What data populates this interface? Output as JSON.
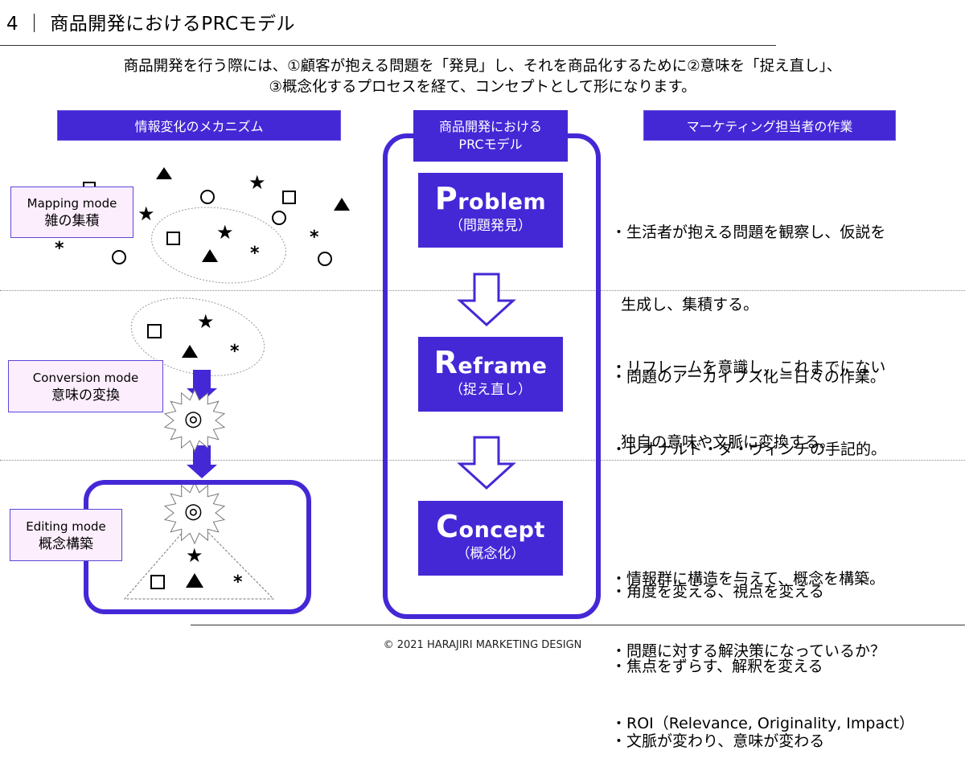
{
  "header": {
    "title": "4 ｜ 商品開発におけるPRCモデル"
  },
  "lead": {
    "line1": "商品開発を行う際には、①顧客が抱える問題を「発見」し、それを商品化するために②意味を「捉え直し」、",
    "line2": "③概念化するプロセスを経て、コンセプトとして形になります。"
  },
  "columns": {
    "left_header": "情報変化のメカニズム",
    "center_header_line1": "商品開発における",
    "center_header_line2": "PRCモデル",
    "right_header": "マーケティング担当者の作業"
  },
  "modes": [
    {
      "en": "Mapping mode",
      "jp": "雑の集積"
    },
    {
      "en": "Conversion mode",
      "jp": "意味の変換"
    },
    {
      "en": "Editing mode",
      "jp": "概念構築"
    }
  ],
  "steps": [
    {
      "cap": "P",
      "rest": "roblem",
      "jp": "（問題発見）"
    },
    {
      "cap": "R",
      "rest": "eframe",
      "jp": "（捉え直し）"
    },
    {
      "cap": "C",
      "rest": "oncept",
      "jp": "（概念化）"
    }
  ],
  "tasks": {
    "problem": [
      "・生活者が抱える問題を観察し、仮説を",
      "  生成し、集積する。",
      "・問題のアーカイブス化＝日々の作業。",
      "・レオナルド・ダ・ヴィンチの手記的。"
    ],
    "reframe": [
      "・リフレームを意識し、これまでにない",
      "  独自の意味や文脈に変換する。",
      "",
      "・角度を変える、視点を変える",
      "・焦点をずらす、解釈を変える",
      "・文脈が変わり、意味が変わる"
    ],
    "concept": [
      "・情報群に構造を与えて、概念を構築。",
      "・問題に対する解決策になっているか？",
      "・ROI（Relevance, Originality, Impact）"
    ]
  },
  "symbols": {
    "star": "★",
    "triangle": "▲",
    "square": "□",
    "circle": "○",
    "asterisk": "＊",
    "bullseye": "◎"
  },
  "footer": {
    "copyright": "© 2021 HARAJIRI MARKETING DESIGN"
  },
  "colors": {
    "accent": "#4428d6",
    "mode_bg": "#fdeefd"
  }
}
